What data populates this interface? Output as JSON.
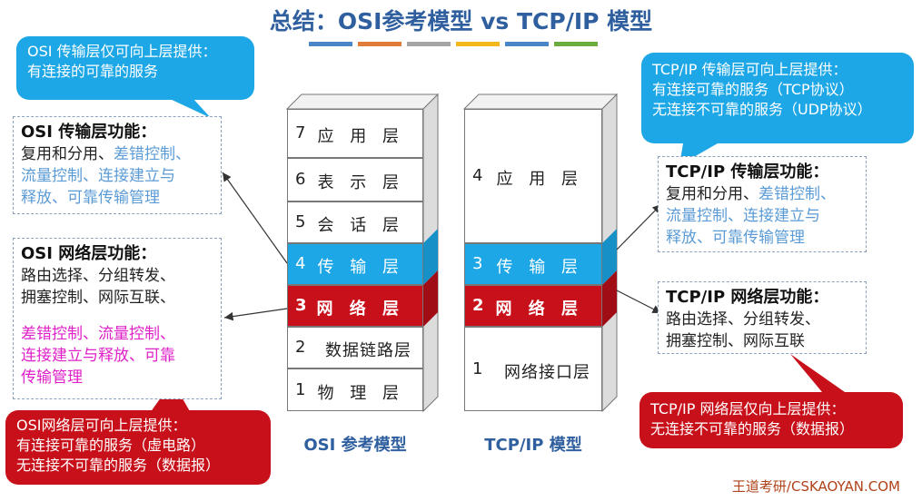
{
  "title": "总结：OSI参考模型 vs TCP/IP 模型",
  "color_bar": [
    "#4a86c7",
    "#e07b39",
    "#a5a5a5",
    "#f2b81c",
    "#4a86c7",
    "#6cab3d"
  ],
  "osi": {
    "caption": "OSI 参考模型",
    "layers": [
      {
        "num": "7",
        "name": "应 用 层",
        "type": "plain"
      },
      {
        "num": "6",
        "name": "表 示 层",
        "type": "plain"
      },
      {
        "num": "5",
        "name": "会 话 层",
        "type": "plain"
      },
      {
        "num": "4",
        "name": "传 输 层",
        "type": "transport"
      },
      {
        "num": "3",
        "name": "网 络 层",
        "type": "network"
      },
      {
        "num": "2",
        "name": "数据链路层",
        "type": "plain"
      },
      {
        "num": "1",
        "name": "物 理 层",
        "type": "plain"
      }
    ]
  },
  "tcpip": {
    "caption": "TCP/IP 模型",
    "layers": [
      {
        "num": "4",
        "name": "应 用 层",
        "type": "plain"
      },
      {
        "num": "3",
        "name": "传 输 层",
        "type": "transport"
      },
      {
        "num": "2",
        "name": "网 络 层",
        "type": "network"
      },
      {
        "num": "1",
        "name": "网络接口层",
        "type": "plain"
      }
    ]
  },
  "osi_transport_callout": {
    "line1": "OSI 传输层仅可向上层提供：",
    "line2": "有连接的可靠的服务"
  },
  "osi_transport_box": {
    "heading": "OSI 传输层功能：",
    "line1_a": "复用和分用、",
    "line1_b": "差错控制、",
    "line2": "流量控制、连接建立与",
    "line3": "释放、可靠传输管理"
  },
  "osi_network_box": {
    "heading": "OSI 网络层功能：",
    "line1": "路由选择、分组转发、",
    "line2": "拥塞控制、网际互联、",
    "line3": "差错控制、流量控制、",
    "line4": "连接建立与释放、可靠",
    "line5": "传输管理"
  },
  "osi_network_callout": {
    "line1": "OSI网络层可向上层提供：",
    "line2": "有连接可靠的服务（虚电路）",
    "line3": "无连接不可靠的服务（数据报）"
  },
  "tcp_transport_callout": {
    "line1": "TCP/IP 传输层可向上层提供：",
    "line2": "有连接可靠的服务（TCP协议）",
    "line3": "无连接不可靠的服务（UDP协议）"
  },
  "tcp_transport_box": {
    "heading": "TCP/IP 传输层功能：",
    "line1_a": "复用和分用、",
    "line1_b": "差错控制、",
    "line2": "流量控制、连接建立与",
    "line3": "释放、可靠传输管理"
  },
  "tcp_network_box": {
    "heading": "TCP/IP 网络层功能：",
    "line1": "路由选择、分组转发、",
    "line2": "拥塞控制、网际互联"
  },
  "tcp_network_callout": {
    "line1": "TCP/IP 网络层仅向上层提供：",
    "line2": "无连接不可靠的服务（数据报）"
  },
  "footer": "王道考研/CSKAOYAN.COM"
}
